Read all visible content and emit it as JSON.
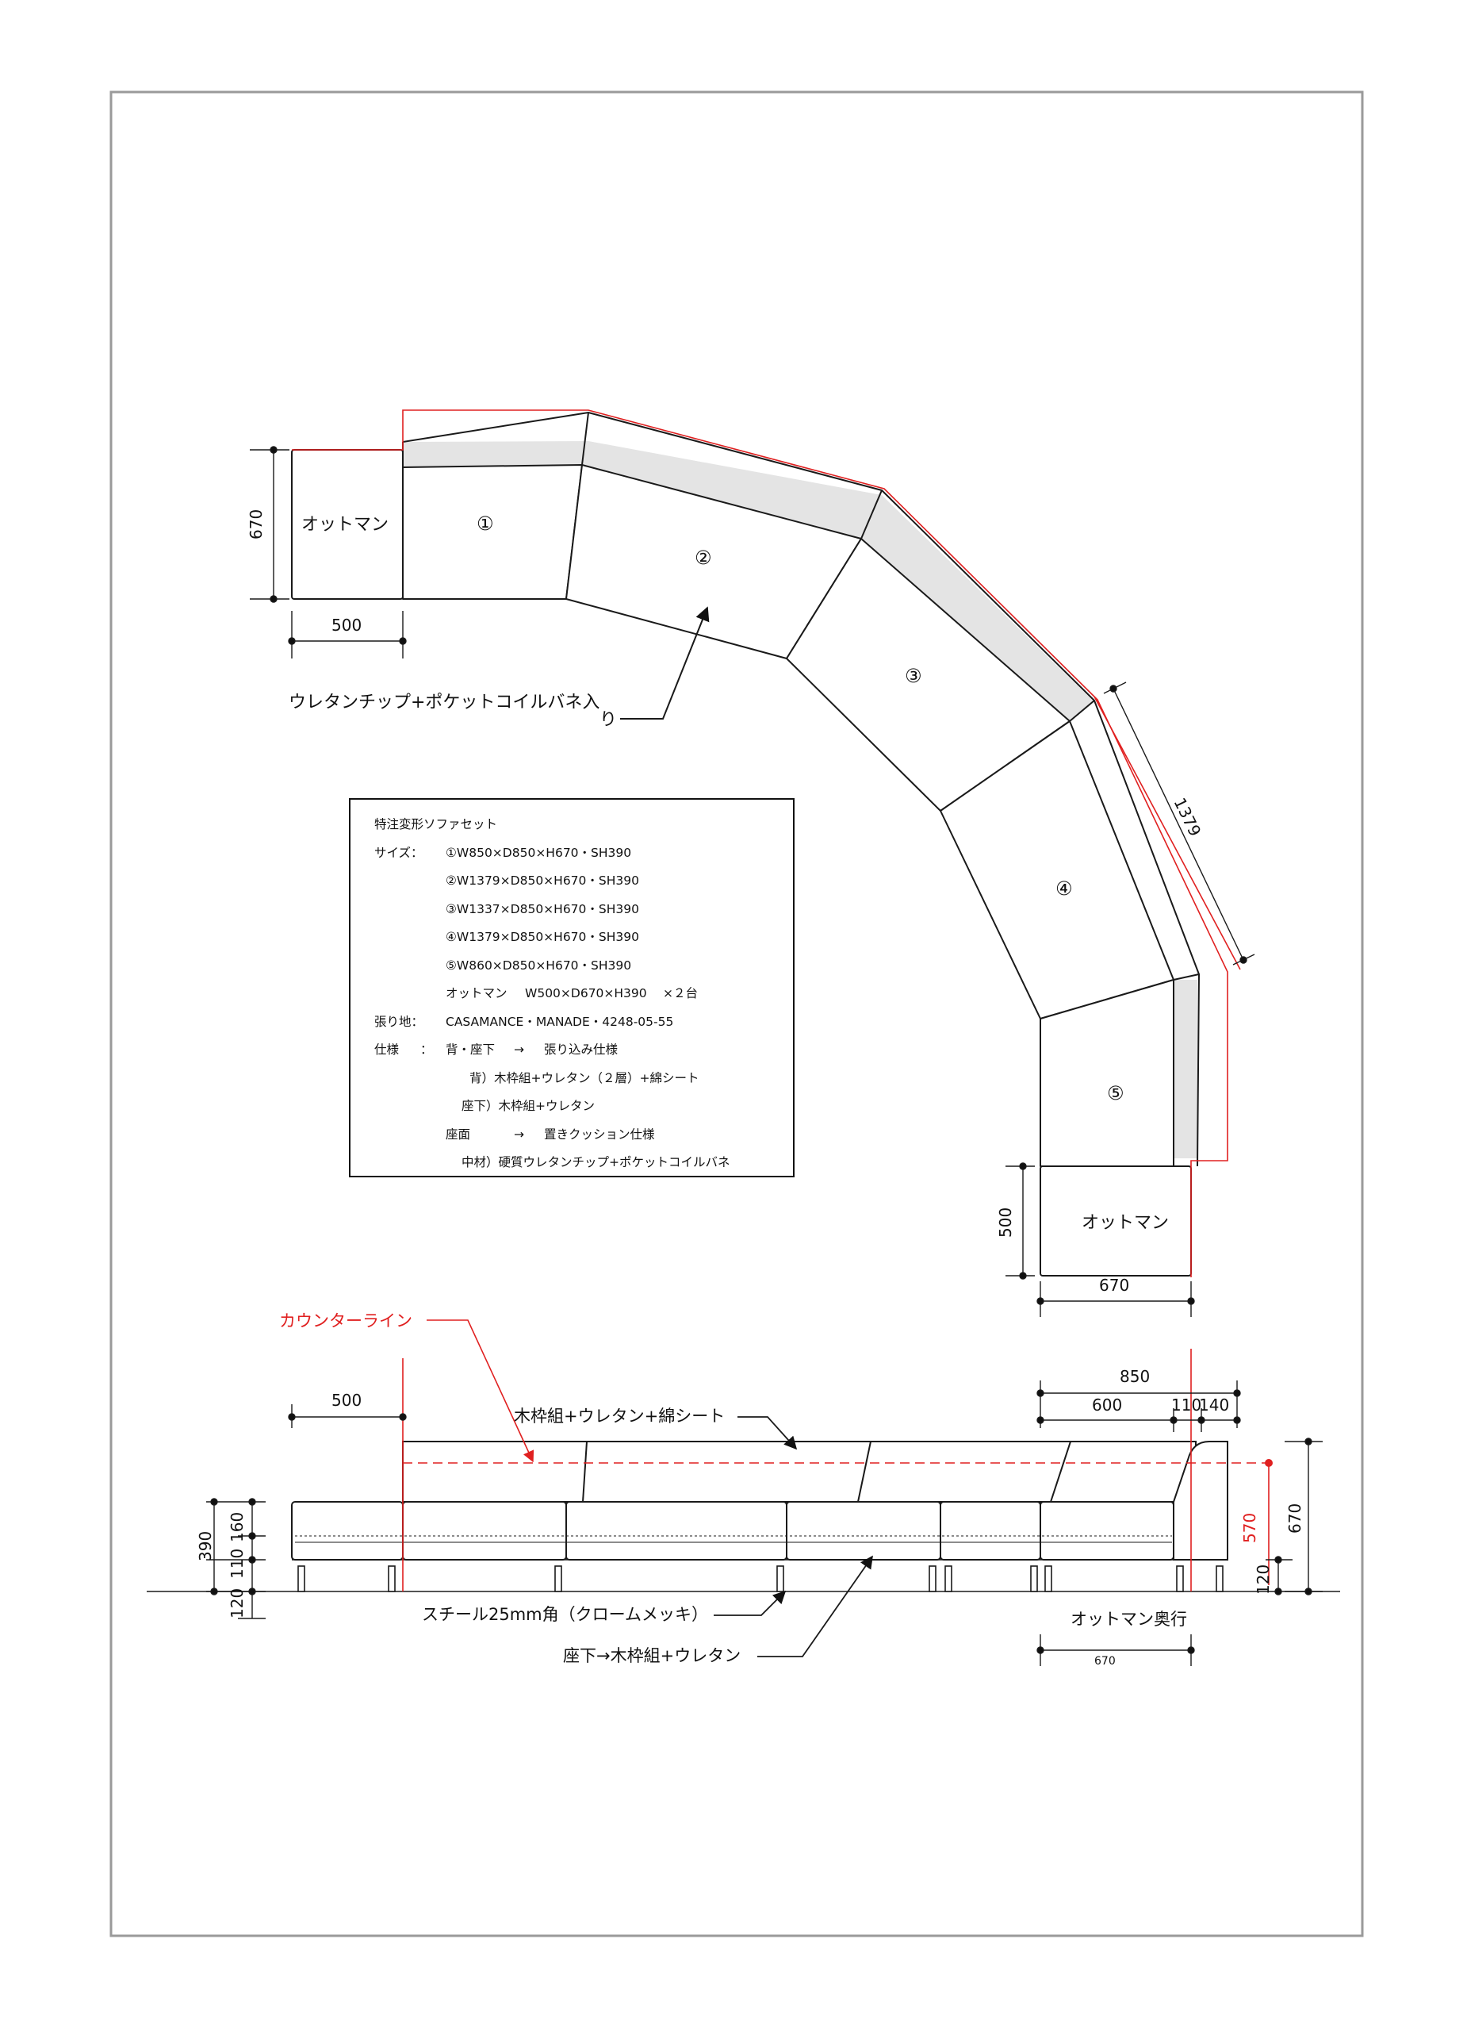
{
  "plan": {
    "labels": {
      "ottoman_left": "オットマン",
      "ottoman_right": "オットマン",
      "m1": "①",
      "m2": "②",
      "m3": "③",
      "m4": "④",
      "m5": "⑤"
    },
    "dims": {
      "d670_left": "670",
      "d500_left": "500",
      "d1379": "1379",
      "d500_right": "500",
      "d670_right": "670"
    },
    "callout_line1": "ウレタンチップ+ポケットコイルバネ入",
    "callout_line2": "り"
  },
  "spec": {
    "title": "特注変形ソファセット",
    "size_label": "サイズ：",
    "sizes": [
      "①W850×D850×H670・SH390",
      "②W1379×D850×H670・SH390",
      "③W1337×D850×H670・SH390",
      "④W1379×D850×H670・SH390",
      "⑤W860×D850×H670・SH390"
    ],
    "ottoman_label": "オットマン",
    "ottoman_size": "W500×D670×H390",
    "ottoman_qty": "×２台",
    "fabric_label": "張り地：",
    "fabric": "CASAMANCE・MANADE・4248-05-55",
    "spec_label": "仕様",
    "colon": "：",
    "back_seat": "背・座下",
    "arrow": "→",
    "back_seat_value": "張り込み仕様",
    "back_detail": "背）木枠組+ウレタン（２層）+綿シート",
    "under_detail": "座下）木枠組+ウレタン",
    "seat_face": "座面",
    "seat_face_value": "置きクッション仕様",
    "core_detail": "中材）硬質ウレタンチップ+ポケットコイルバネ"
  },
  "elevation": {
    "counter_line": "カウンターライン",
    "back_note": "木枠組+ウレタン+綿シート",
    "leg_note": "スチール25mm角（クロームメッキ）",
    "under_note": "座下→木枠組+ウレタン",
    "ottoman_depth": "オットマン奥行",
    "ottoman_depth_value": "670",
    "dims": {
      "d500": "500",
      "d850": "850",
      "d600": "600",
      "d110": "110",
      "d140": "140",
      "d390": "390",
      "d110v": "110",
      "d160": "160",
      "d120": "120",
      "d570": "570",
      "d670": "670",
      "d120r": "120"
    }
  },
  "colors": {
    "line": "#1a1a1a",
    "red": "#e02020",
    "fill_grey": "#e4e4e4",
    "frame": "#9a9a9a"
  }
}
